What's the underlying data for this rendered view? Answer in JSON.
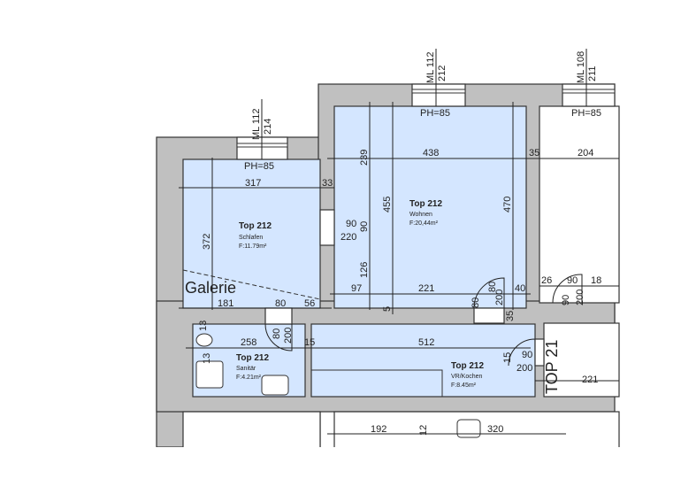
{
  "rooms": [
    {
      "title": "Top 212",
      "name": "Schlafen",
      "area": "F:11.79m²"
    },
    {
      "title": "Top 212",
      "name": "Wohnen",
      "area": "F:20,44m²"
    },
    {
      "title": "Top 212",
      "name": "Sanitär",
      "area": "F:4.21m²"
    },
    {
      "title": "Top 212",
      "name": "VR/Kochen",
      "area": "F:8.45m²"
    }
  ],
  "windows": [
    {
      "ml": "ML 112",
      "w": "214",
      "ph": "PH=85"
    },
    {
      "ml": "ML 112",
      "w": "212",
      "ph": "PH=85"
    },
    {
      "ml": "ML 108",
      "w": "211",
      "ph": "PH=85"
    }
  ],
  "labels": {
    "galerie": "Galerie",
    "unit": "TOP 21"
  },
  "dims": [
    "317",
    "33",
    "372",
    "181",
    "80",
    "56",
    "239",
    "438",
    "35",
    "204",
    "455",
    "470",
    "90",
    "220",
    "90",
    "126",
    "97",
    "221",
    "80",
    "200",
    "40",
    "5",
    "26",
    "90",
    "18",
    "90",
    "200",
    "258",
    "80",
    "200",
    "15",
    "512",
    "35",
    "15",
    "90",
    "200",
    "221",
    "13",
    "192",
    "12",
    "320",
    "80",
    "13"
  ]
}
